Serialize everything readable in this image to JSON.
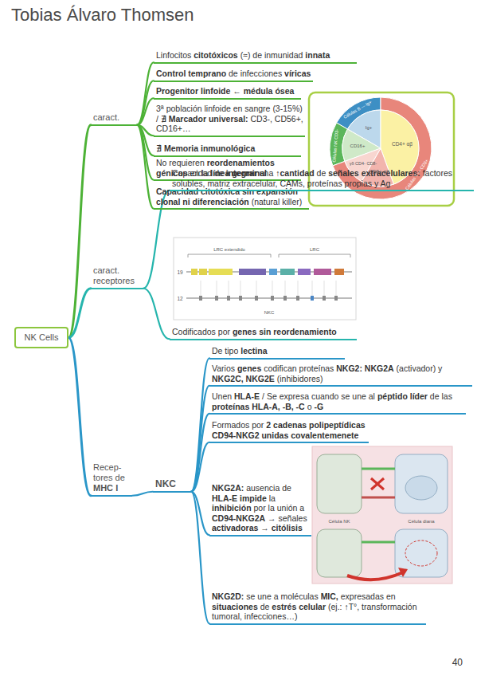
{
  "diagram": {
    "title": "Tobias Álvaro Thomsen",
    "nodes": [
      {
        "text": [
          "NK Cells"
        ]
      },
      {
        "text": [
          "caract."
        ]
      },
      {
        "text": [
          "Linfocitos citotóxicos (≈) de inmunidad innata"
        ]
      },
      {
        "text": [
          "Control temprano de infecciones víricas"
        ]
      },
      {
        "text": [
          "Progenitor linfoide ← médula ósea"
        ]
      },
      {
        "text": [
          "3ª población linfoide en sangre (3-15%) / ∄ Marcador universal: CD3-, CD56+, CD16+…"
        ]
      },
      {
        "text": [
          "∄ Memoria inmunológica"
        ]
      },
      {
        "text": [
          "No requieren reordenamientos génicos en la línea germinal"
        ]
      },
      {
        "text": [
          "Capacidad citotóxica sin expansión clonal ni diferenciación (natural killer)"
        ]
      },
      {
        "text": [
          "caract. receptores"
        ]
      },
      {
        "text": [
          "Capacidad de integrar una ↑cantidad de señales extracelulares: factores solubles, matriz extracelular, CAMs, proteínas propias y Ag"
        ]
      },
      {
        "text": [
          "Codificados por genes sin reordenamiento"
        ]
      },
      {
        "text": [
          "Recep- tores de MHC I"
        ]
      },
      {
        "text": [
          "NKC"
        ]
      },
      {
        "text": [
          "De tipo lectina"
        ]
      },
      {
        "text": [
          "Varios genes codifican proteínas NKG2: NKG2A (activador) y NKG2C, NKG2E (inhibidores)"
        ]
      },
      {
        "text": [
          "Unen HLA-E / Se expresa cuando se une al péptido líder de las proteínas HLA-A, -B, -C o -G"
        ]
      },
      {
        "text": [
          "Formados por 2 cadenas polipeptídicas CD94-NKG2 unidas covalentemenete"
        ]
      },
      {
        "text": [
          "NKG2A: ausencia de HLA-E impide la inhibición por la unión a CD94-NKG2A → señales activadoras → citólisis"
        ]
      },
      {
        "text": [
          "NKG2D: se une a moléculas MIC, expresadas en situaciones de estrés celular (ej.: ↑T°, transformación tumoral, infecciones…)"
        ]
      }
    ],
    "edges": [
      {
        "from": 0,
        "to": 1,
        "arrow": "none"
      },
      {
        "from": 0,
        "to": 9,
        "arrow": "none"
      },
      {
        "from": 0,
        "to": 12,
        "arrow": "none"
      },
      {
        "from": 1,
        "to": 2,
        "arrow": "none"
      },
      {
        "from": 1,
        "to": 3,
        "arrow": "none"
      },
      {
        "from": 1,
        "to": 4,
        "arrow": "none"
      },
      {
        "from": 1,
        "to": 5,
        "arrow": "none"
      },
      {
        "from": 1,
        "to": 6,
        "arrow": "none"
      },
      {
        "from": 1,
        "to": 7,
        "arrow": "none"
      },
      {
        "from": 1,
        "to": 8,
        "arrow": "none"
      },
      {
        "from": 9,
        "to": 10,
        "arrow": "none"
      },
      {
        "from": 9,
        "to": 11,
        "arrow": "none"
      },
      {
        "from": 12,
        "to": 13,
        "arrow": "none"
      },
      {
        "from": 13,
        "to": 14,
        "arrow": "none"
      },
      {
        "from": 13,
        "to": 15,
        "arrow": "none"
      },
      {
        "from": 13,
        "to": 16,
        "arrow": "none"
      },
      {
        "from": 13,
        "to": 17,
        "arrow": "none"
      },
      {
        "from": 13,
        "to": 18,
        "arrow": "none"
      },
      {
        "from": 13,
        "to": 19,
        "arrow": "none"
      }
    ],
    "labels": [
      "Células B — Ig+",
      "Ig+",
      "Células NK CD3-",
      "CD16+",
      "γδ CD4- CD8-",
      "CD4+ αβ",
      "CD8+ αβ",
      "Células T — CD3+",
      "LRC extendido",
      "LRC",
      "19",
      "12",
      "NKC",
      "Célula NK",
      "Célula diana",
      "40"
    ]
  }
}
